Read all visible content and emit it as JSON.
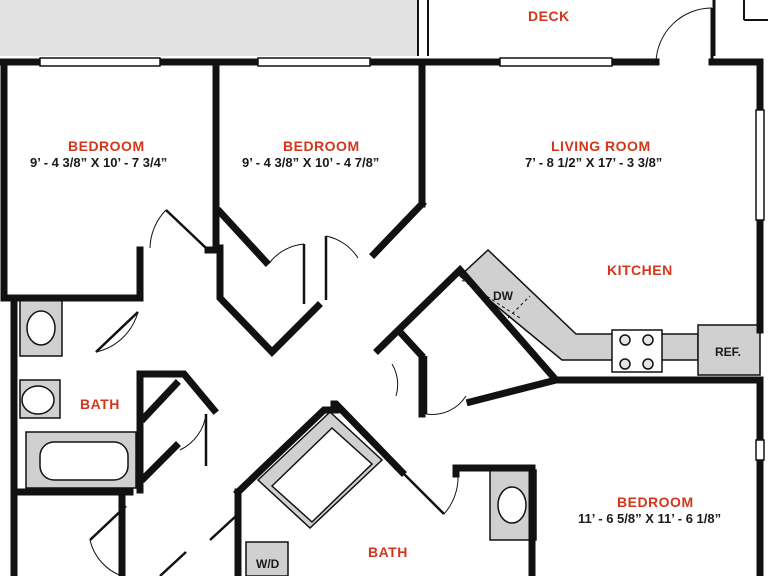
{
  "rooms": {
    "deck": {
      "name": "DECK"
    },
    "bedroom_1": {
      "name": "BEDROOM",
      "dims": "9’ - 4 3/8” X 10’ - 7 3/4”"
    },
    "bedroom_2": {
      "name": "BEDROOM",
      "dims": "9’ - 4 3/8” X 10’ - 4 7/8”"
    },
    "living_room": {
      "name": "LIVING ROOM",
      "dims": "7’ - 8 1/2” X 17’ - 3 3/8”"
    },
    "kitchen": {
      "name": "KITCHEN"
    },
    "bath_1": {
      "name": "BATH"
    },
    "bath_2": {
      "name": "BATH"
    },
    "bedroom_3": {
      "name": "BEDROOM",
      "dims": "11’ - 6 5/8” X 11’ - 6 1/8”"
    }
  },
  "fixtures": {
    "dishwasher": "DW",
    "refrigerator": "REF.",
    "washer_dryer": "W/D"
  },
  "colors": {
    "wall": "#111111",
    "fixture_fill": "#d0d0d0",
    "room_label": "#d3361c",
    "dim_text": "#1a1a1a",
    "exterior_fill": "#e2e2e2"
  }
}
